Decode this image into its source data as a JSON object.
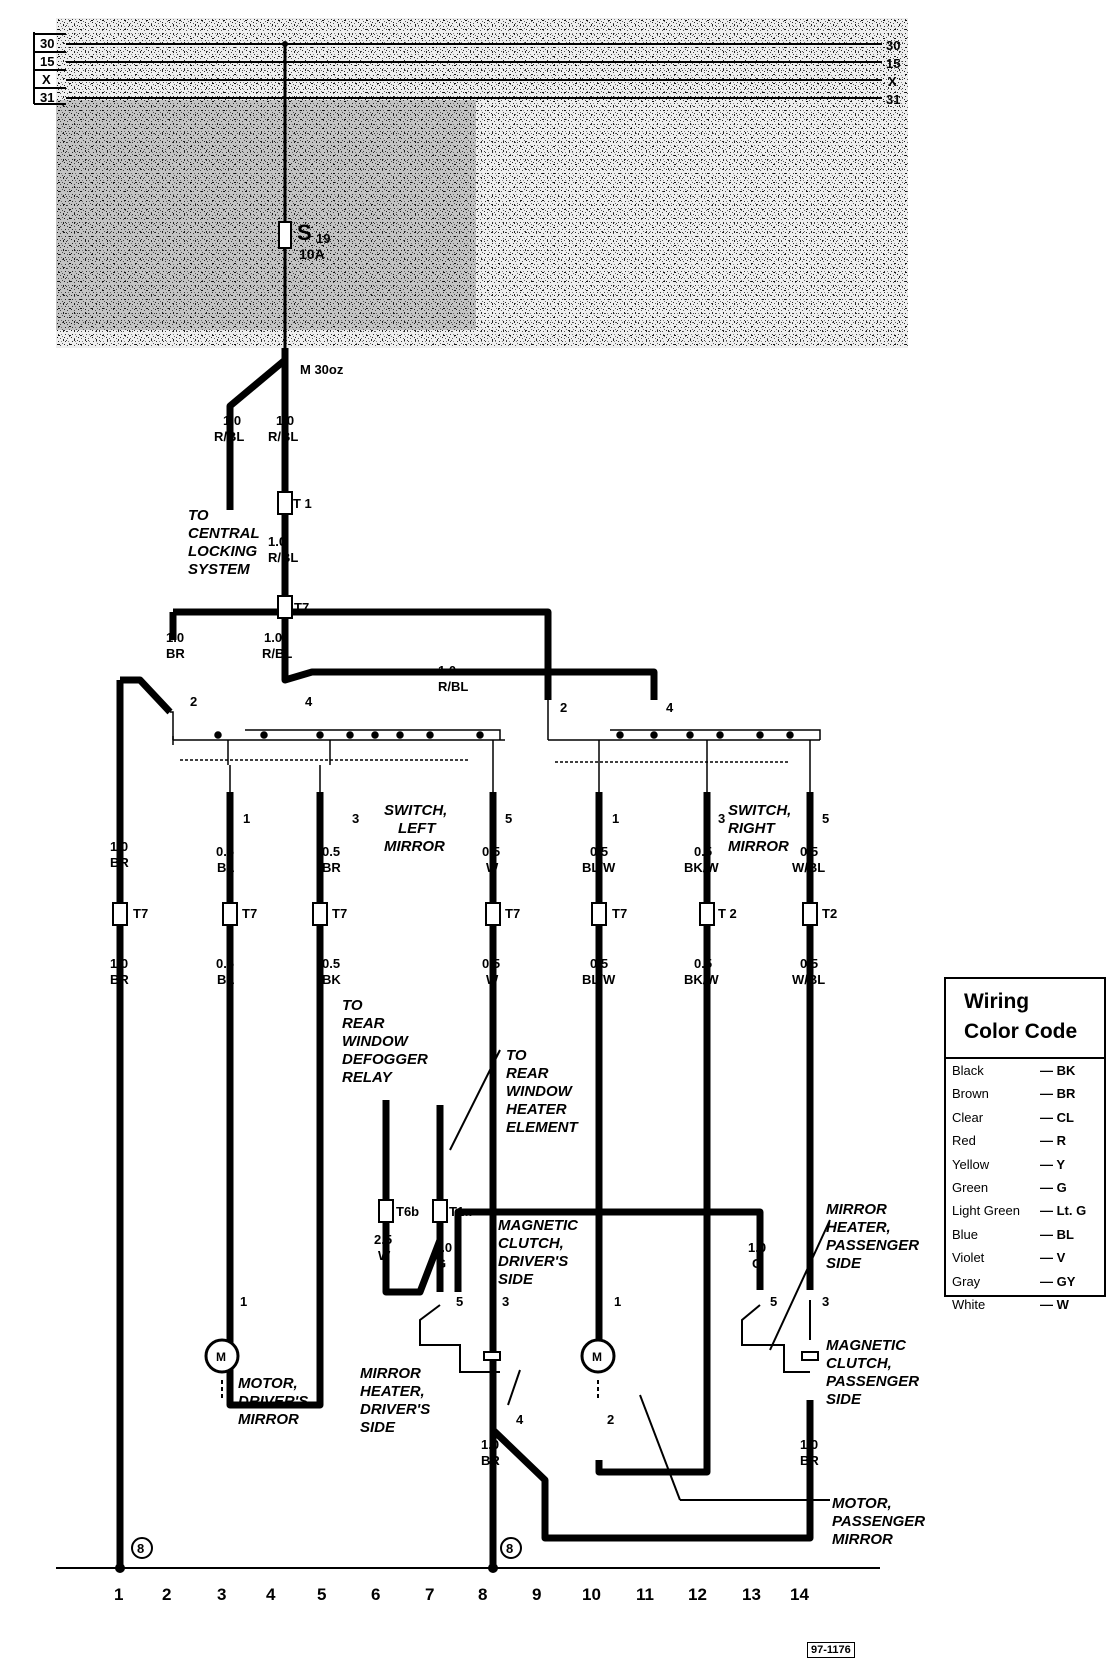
{
  "bus": {
    "left_labels": [
      "30",
      "15",
      "X",
      "31"
    ],
    "right_labels": [
      "30",
      "15",
      "X",
      "31"
    ]
  },
  "fuse": {
    "name": "S",
    "number": "19",
    "rating": "10A"
  },
  "connector_main": "M 30oz",
  "wires": {
    "central_locking": {
      "size": "1.0",
      "color": "R/BL"
    },
    "feed": {
      "size": "1.0",
      "color": "R/BL"
    },
    "feed_after_t1": {
      "size": "1.0",
      "color": "R/BL"
    },
    "br_top": {
      "size": "1.0",
      "color": "BR"
    },
    "rbl_left": {
      "size": "1.0",
      "color": "R/BL"
    },
    "rbl_right": {
      "size": "1.0",
      "color": "R/BL"
    },
    "col1_upper": {
      "size": "1.0",
      "color": "BR"
    },
    "col1_lower": {
      "size": "1.0",
      "color": "BR"
    },
    "col3_upper": {
      "size": "0.5",
      "color": "BL"
    },
    "col3_lower": {
      "size": "0.5",
      "color": "BL"
    },
    "col5_upper": {
      "size": "0.5",
      "color": "BR"
    },
    "col5_lower": {
      "size": "0.5",
      "color": "BK"
    },
    "col8_upper": {
      "size": "0.5",
      "color": "W"
    },
    "col8_lower": {
      "size": "0.5",
      "color": "W"
    },
    "col10_upper": {
      "size": "0.5",
      "color": "BL/W"
    },
    "col10_lower": {
      "size": "0.5",
      "color": "BL/W"
    },
    "col12_upper": {
      "size": "0.5",
      "color": "BK/W"
    },
    "col12_lower": {
      "size": "0.5",
      "color": "BK/W"
    },
    "col14_upper": {
      "size": "0.5",
      "color": "W/BL"
    },
    "col14_lower": {
      "size": "0.5",
      "color": "W/BL"
    },
    "defogger": {
      "size": "2.5",
      "color": "W"
    },
    "g_left": {
      "size": "1.0",
      "color": "G"
    },
    "g_right": {
      "size": "1.0",
      "color": "G"
    },
    "br_col8": {
      "size": "1.0",
      "color": "BR"
    },
    "br_col14": {
      "size": "1.0",
      "color": "BR"
    }
  },
  "connectors": {
    "t1": "T 1",
    "t7": "T7",
    "t7_a": "T7",
    "t7_b": "T7",
    "t7_c": "T7",
    "t7_d": "T7",
    "t7_e": "T7",
    "t2_a": "T 2",
    "t2_b": "T2",
    "t6b": "T6b",
    "t1a": "T1a"
  },
  "pins": {
    "sw_left_2": "2",
    "sw_left_4": "4",
    "sw_left_1": "1",
    "sw_left_3": "3",
    "sw_left_5": "5",
    "sw_right_2": "2",
    "sw_right_4": "4",
    "sw_right_1": "1",
    "sw_right_3": "3",
    "sw_right_5": "5",
    "motor_left_1": "1",
    "heater_left_5": "5",
    "clutch_left_3": "3",
    "clutch_left_4": "4",
    "motor_right_1": "1",
    "motor_right_2": "2",
    "heater_right_5": "5",
    "clutch_right_3": "3"
  },
  "captions": {
    "central_locking": [
      "TO",
      "CENTRAL",
      "LOCKING",
      "SYSTEM"
    ],
    "switch_left": [
      "SWITCH,",
      "LEFT",
      "MIRROR"
    ],
    "switch_right": [
      "SWITCH,",
      "RIGHT",
      "MIRROR"
    ],
    "defogger_relay": [
      "TO",
      "REAR",
      "WINDOW",
      "DEFOGGER",
      "RELAY"
    ],
    "heater_element": [
      "TO",
      "REAR",
      "WINDOW",
      "HEATER",
      "ELEMENT"
    ],
    "clutch_driver": [
      "MAGNETIC",
      "CLUTCH,",
      "DRIVER'S",
      "SIDE"
    ],
    "heater_passenger": [
      "MIRROR",
      "HEATER,",
      "PASSENGER",
      "SIDE"
    ],
    "motor_driver": [
      "MOTOR,",
      "DRIVER'S",
      "MIRROR"
    ],
    "heater_driver": [
      "MIRROR",
      "HEATER,",
      "DRIVER'S",
      "SIDE"
    ],
    "clutch_passenger": [
      "MAGNETIC",
      "CLUTCH,",
      "PASSENGER",
      "SIDE"
    ],
    "motor_passenger": [
      "MOTOR,",
      "PASSENGER",
      "MIRROR"
    ]
  },
  "motor_symbol": "M",
  "grounds": {
    "left": "8",
    "middle": "8"
  },
  "ground_numbers": [
    "1",
    "2",
    "3",
    "4",
    "5",
    "6",
    "7",
    "8",
    "9",
    "10",
    "11",
    "12",
    "13",
    "14"
  ],
  "legend": {
    "title_line1": "Wiring",
    "title_line2": "Color Code",
    "rows": [
      {
        "name": "Black",
        "code": "— BK"
      },
      {
        "name": "Brown",
        "code": "— BR"
      },
      {
        "name": "Clear",
        "code": "— CL"
      },
      {
        "name": "Red",
        "code": "— R"
      },
      {
        "name": "Yellow",
        "code": "— Y"
      },
      {
        "name": "Green",
        "code": "— G"
      },
      {
        "name": "Light Green",
        "code": "— Lt. G"
      },
      {
        "name": "Blue",
        "code": "— BL"
      },
      {
        "name": "Violet",
        "code": "— V"
      },
      {
        "name": "Gray",
        "code": "— GY"
      },
      {
        "name": "White",
        "code": "— W"
      }
    ]
  },
  "reference": "97-1176"
}
